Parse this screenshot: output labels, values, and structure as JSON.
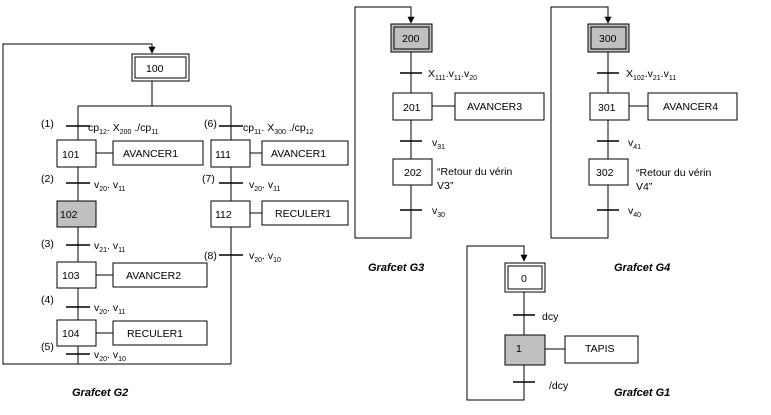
{
  "g2": {
    "title": "Grafcet G2",
    "steps": {
      "s100": "100",
      "s101": "101",
      "s102": "102",
      "s103": "103",
      "s104": "104",
      "s111": "111",
      "s112": "112"
    },
    "actions": {
      "a101": "AVANCER1",
      "a103": "AVANCER2",
      "a104": "RECULER1",
      "a111": "AVANCER1",
      "a112": "RECULER1"
    },
    "transition_numbers": {
      "t1": "(1)",
      "t2": "(2)",
      "t3": "(3)",
      "t4": "(4)",
      "t5": "(5)",
      "t6": "(6)",
      "t7": "(7)",
      "t8": "(8)"
    },
    "receptivities": {
      "t1": {
        "a": "cp",
        "a_sub": "12",
        "b": ". X",
        "b_sub": "200",
        "c": " ./cp",
        "c_sub": "11"
      },
      "t2": {
        "a": "v",
        "a_sub": "20",
        "b": ". v",
        "b_sub": "11"
      },
      "t3": {
        "a": "v",
        "a_sub": "21",
        "b": ". v",
        "b_sub": "11"
      },
      "t4": {
        "a": "v",
        "a_sub": "20",
        "b": ". v",
        "b_sub": "11"
      },
      "t5": {
        "a": "v",
        "a_sub": "20",
        "b": ". v",
        "b_sub": "10"
      },
      "t6": {
        "a": "cp",
        "a_sub": "11",
        "b": ". X",
        "b_sub": "300",
        "c": " ./cp",
        "c_sub": "12"
      },
      "t7": {
        "a": "v",
        "a_sub": "20",
        "b": ". v",
        "b_sub": "11"
      },
      "t8": {
        "a": "v",
        "a_sub": "20",
        "b": ". v",
        "b_sub": "10"
      }
    }
  },
  "g3": {
    "title": "Grafcet G3",
    "steps": {
      "s200": "200",
      "s201": "201",
      "s202": "202"
    },
    "actions": {
      "a201": "AVANCER3",
      "a202_line1": "“Retour du vérin",
      "a202_line2": "V3”"
    },
    "receptivities": {
      "t1": {
        "a": "X",
        "a_sub": "111",
        "b": ".v",
        "b_sub": "11",
        "c": ".v",
        "c_sub": "20"
      },
      "t2": {
        "a": "v",
        "a_sub": "31"
      },
      "t3": {
        "a": "v",
        "a_sub": "30"
      }
    }
  },
  "g4": {
    "title": "Grafcet G4",
    "steps": {
      "s300": "300",
      "s301": "301",
      "s302": "302"
    },
    "actions": {
      "a301": "AVANCER4",
      "a302_line1": "“Retour du vérin",
      "a302_line2": "V4”"
    },
    "receptivities": {
      "t1": {
        "a": "X",
        "a_sub": "102",
        "b": ".v",
        "b_sub": "21",
        "c": ".v",
        "c_sub": "11"
      },
      "t2": {
        "a": "v",
        "a_sub": "41"
      },
      "t3": {
        "a": "v",
        "a_sub": "40"
      }
    }
  },
  "g1": {
    "title": "Grafcet G1",
    "steps": {
      "s0": "0",
      "s1": "1"
    },
    "actions": {
      "a1": "TAPIS"
    },
    "receptivities": {
      "t1": "dcy",
      "t2": "/dcy"
    }
  },
  "colors": {
    "active_step_fill": "#c0c0c0",
    "line": "#000000",
    "background": "#ffffff"
  }
}
